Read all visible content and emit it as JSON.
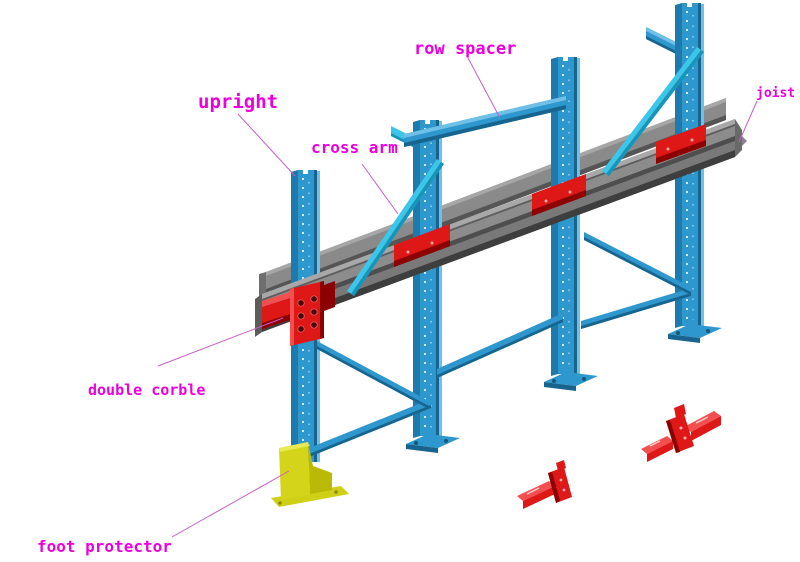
{
  "diagram": {
    "type": "isometric-cad-illustration",
    "subject": "pallet rack components",
    "background": "#FFFFFF",
    "labels": [
      {
        "id": "row-spacer",
        "text": "row spacer"
      },
      {
        "id": "upright",
        "text": "upright"
      },
      {
        "id": "cross-arm",
        "text": "cross arm"
      },
      {
        "id": "joist",
        "text": "joist"
      },
      {
        "id": "double-corble",
        "text": "double corble"
      },
      {
        "id": "foot-protector",
        "text": "foot protector"
      }
    ],
    "parts": [
      {
        "name": "upright",
        "color_key": "blue",
        "count": 4
      },
      {
        "name": "row spacer",
        "color_key": "blue",
        "count": 2
      },
      {
        "name": "cross arm",
        "color_key": "cyan",
        "count": 2
      },
      {
        "name": "joist",
        "color_key": "gray",
        "count": 2
      },
      {
        "name": "double corble",
        "color_key": "red",
        "count": 1
      },
      {
        "name": "foot protector",
        "color_key": "yellow",
        "count": 1
      },
      {
        "name": "loose corbel",
        "color_key": "red",
        "count": 2
      }
    ],
    "colors": {
      "blue": "#2E97CD",
      "cyan": "#3CC6E9",
      "gray": "#7E7E7E",
      "red": "#DE1717",
      "yellow": "#D4D41A",
      "label": "#EE00DD",
      "leader": "#C75FC7",
      "background": "#FFFFFF"
    }
  }
}
